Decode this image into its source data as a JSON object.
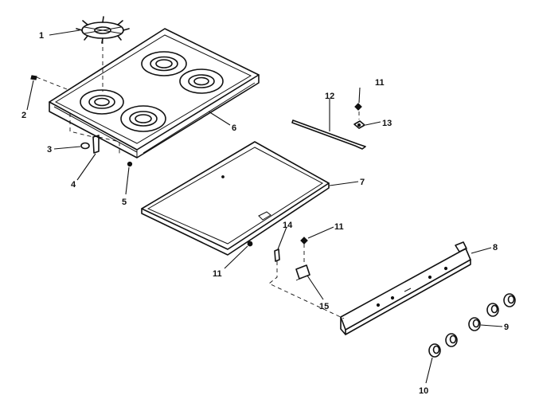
{
  "diagram": {
    "callouts": {
      "c1": "1",
      "c2": "2",
      "c3": "3",
      "c4": "4",
      "c5": "5",
      "c6": "6",
      "c7": "7",
      "c8": "8",
      "c9": "9",
      "c10": "10",
      "c11a": "11",
      "c11b": "11",
      "c11c": "11",
      "c12": "12",
      "c13": "13",
      "c14": "14",
      "c15": "15"
    }
  }
}
